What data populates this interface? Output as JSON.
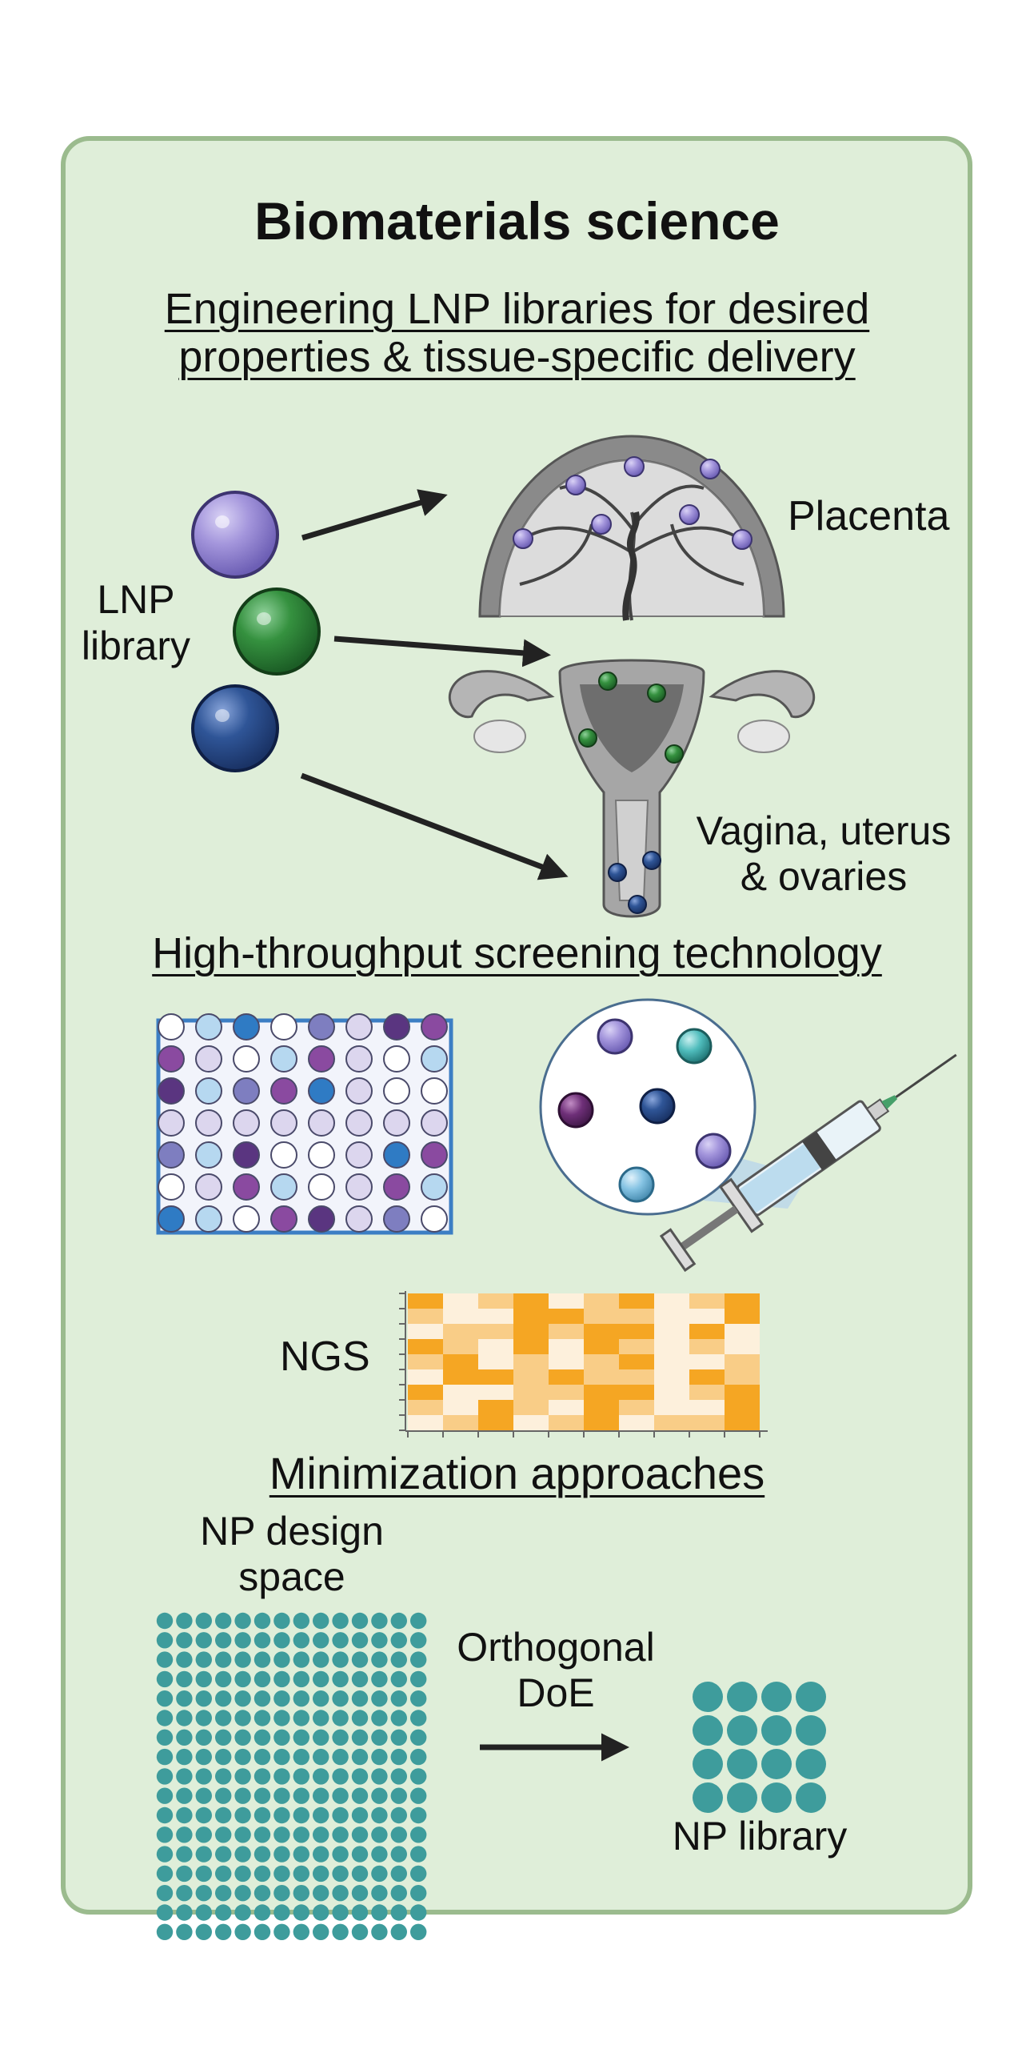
{
  "title": "Biomaterials science",
  "section1": {
    "heading_line1": "Engineering LNP libraries for desired ",
    "heading_line2": "properties & tissue-specific delivery",
    "library_label_line1": "LNP",
    "library_label_line2": "library",
    "placenta_label": "Placenta",
    "uterus_label_line1": "Vagina, uterus",
    "uterus_label_line2": "& ovaries",
    "colors": {
      "purple": "#9b8fd6",
      "green": "#2f8a3c",
      "blue": "#2c4f92"
    }
  },
  "section2": {
    "heading": "High-throughput screening technology",
    "ngs_label": "NGS",
    "colors": {
      "plate_border": "#3c7ec4",
      "heat_high": "#f5a623",
      "heat_low": "#fff6ea"
    }
  },
  "section3": {
    "heading": "Minimization approaches",
    "design_space_line1": "NP design",
    "design_space_line2": "space",
    "doe_line1": "Orthogonal",
    "doe_line2": "DoE",
    "library_label": "NP library",
    "colors": {
      "teal": "#3e9c9c"
    }
  }
}
